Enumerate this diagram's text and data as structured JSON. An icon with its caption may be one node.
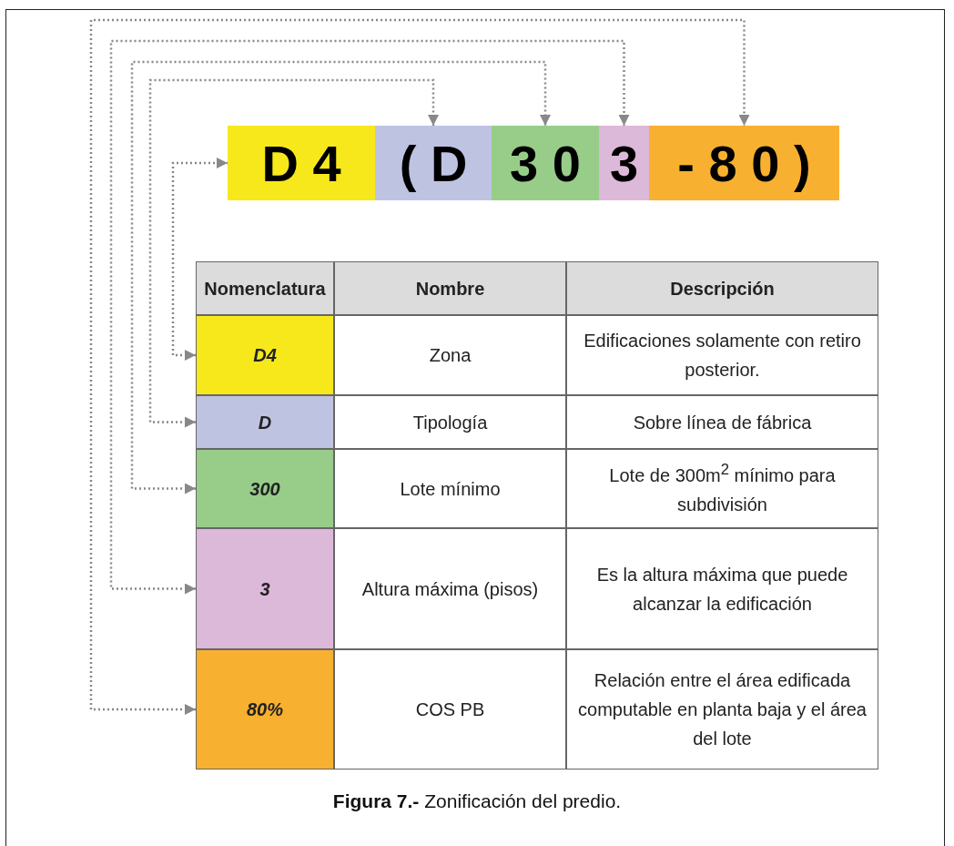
{
  "diagram": {
    "caption": "**Figura 7.-** Zonificación del predio.",
    "nodes": [
      {
        "text": [
          "D 4"
        ]
      },
      {
        "text": [
          "( D"
        ]
      },
      {
        "text": [
          "3 0"
        ]
      },
      {
        "text": [
          "3"
        ]
      },
      {
        "text": [
          "- 8 0 )"
        ]
      },
      {
        "text": [
          "D4"
        ]
      },
      {
        "text": [
          "D"
        ]
      },
      {
        "text": [
          "300"
        ]
      },
      {
        "text": [
          "3"
        ]
      },
      {
        "text": [
          "80%"
        ]
      }
    ],
    "edges": [
      {
        "from": 5,
        "to": 0,
        "arrow": "both",
        "style": "dashed"
      },
      {
        "from": 6,
        "to": 1,
        "arrow": "both",
        "style": "dashed"
      },
      {
        "from": 7,
        "to": 2,
        "arrow": "both",
        "style": "dashed"
      },
      {
        "from": 8,
        "to": 3,
        "arrow": "both",
        "style": "dashed"
      },
      {
        "from": 9,
        "to": 4,
        "arrow": "both",
        "style": "dashed"
      }
    ],
    "labels": [
      "Nomenclatura",
      "Nombre",
      "Descripción",
      "Zona",
      "Edificaciones solamente con retiro posterior.",
      "Tipología",
      "Sobre línea de fábrica",
      "Lote mínimo",
      "Lote de 300m$^{2}$ mínimo para subdivisión",
      "Altura máxima (pisos)",
      "Es la altura máxima que puede alcanzar la edificación",
      "COS PB",
      "Relación entre el área edificada computable en planta baja y el área del lote"
    ]
  }
}
